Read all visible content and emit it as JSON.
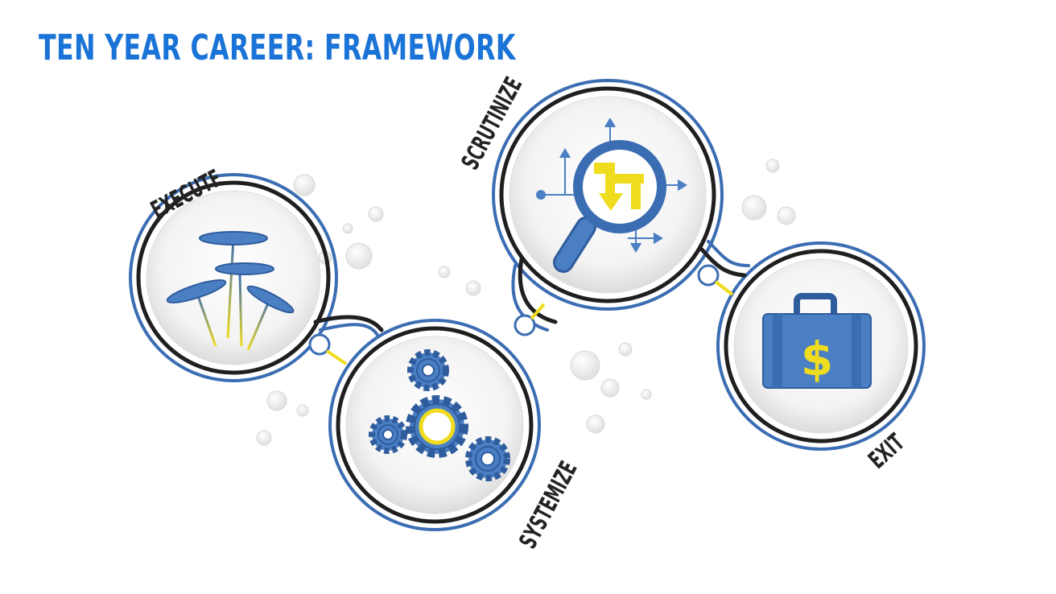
{
  "title": "TEN YEAR CAREER: FRAMEWORK",
  "colors": {
    "title": "#1a73d6",
    "path_blue": "#3b6db3",
    "path_black": "#1f1f1f",
    "icon_blue": "#4a7fc4",
    "accent_yellow": "#f0dc1e",
    "label": "#232323"
  },
  "stages": [
    {
      "label": "EXECUTE",
      "icon": "spinning-plates-icon"
    },
    {
      "label": "SYSTEMIZE",
      "icon": "gears-icon"
    },
    {
      "label": "SCRUTINIZE",
      "icon": "magnifier-flow-icon"
    },
    {
      "label": "EXIT",
      "icon": "money-briefcase-icon"
    }
  ],
  "briefcase_symbol": "$"
}
